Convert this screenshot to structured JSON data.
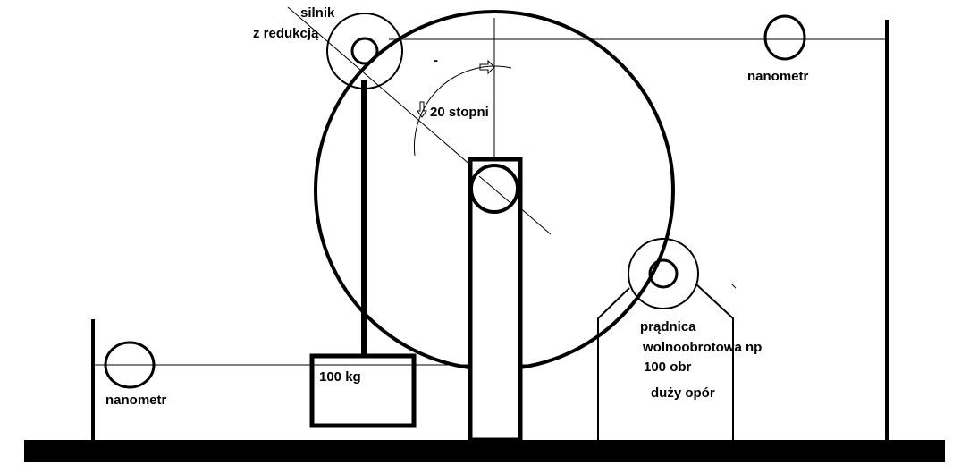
{
  "labels": {
    "motor_line1": "silnik",
    "motor_line2": "z redukcją",
    "angle": "20 stopni",
    "nanometer_right": "nanometr",
    "nanometer_left": "nanometr",
    "mass": "100 kg",
    "generator_line1": "prądnica",
    "generator_line2": "wolnoobrotowa np",
    "generator_line3": "100 obr",
    "generator_line4": "duży opór",
    "minus_mark": "-"
  },
  "colors": {
    "ink": "#000000",
    "background": "#ffffff"
  }
}
